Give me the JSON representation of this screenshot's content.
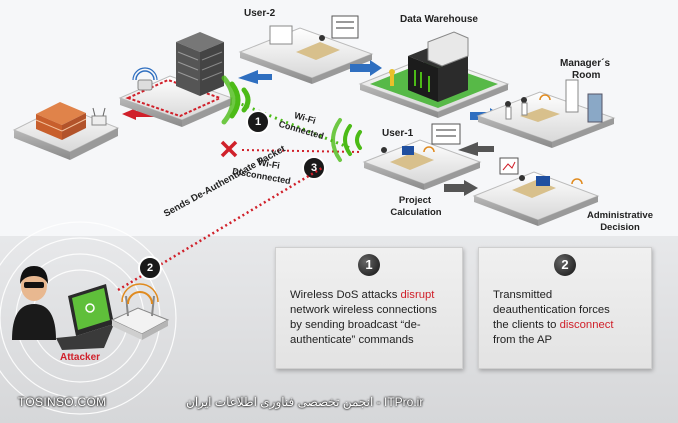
{
  "labels": {
    "user2": "User-2",
    "data_warehouse": "Data Warehouse",
    "manager_room_1": "Manager´s",
    "manager_room_2": "Room",
    "user1": "User-1",
    "wifi_connected_1": "Wi-Fi",
    "wifi_connected_2": "Connected",
    "wifi_disconnected_1": "Wi-Fi",
    "wifi_disconnected_2": "Disconnected",
    "project_calc_1": "Project",
    "project_calc_2": "Calculation",
    "admin_decision_1": "Administrative",
    "admin_decision_2": "Decision",
    "deauth_packet": "Sends De-Authenticate Packet",
    "attacker": "Attacker",
    "step1": "1",
    "step2": "2",
    "step3": "3"
  },
  "panels": [
    {
      "number": "1",
      "line1_a": "Wireless DoS attacks ",
      "line1_b": "disrupt",
      "line2": "network wireless connections",
      "line3": "by sending broadcast “de-",
      "line4": "authenticate” commands"
    },
    {
      "number": "2",
      "line1": "Transmitted",
      "line2": "deauthentication forces",
      "line3_a": "the clients to ",
      "line3_b": "disconnect",
      "line4": "from the AP"
    }
  ],
  "footer": {
    "site": "TOSINSO.COM",
    "watermark": "ITPro.ir - انجمن تخصصی فناوری اطلاعات ایران"
  },
  "colors": {
    "attack_red": "#d0202a",
    "wifi_green": "#4cbb17",
    "arrow_blue": "#2f6fc0",
    "arrow_gray": "#555555",
    "platform_green": "#57b947"
  }
}
